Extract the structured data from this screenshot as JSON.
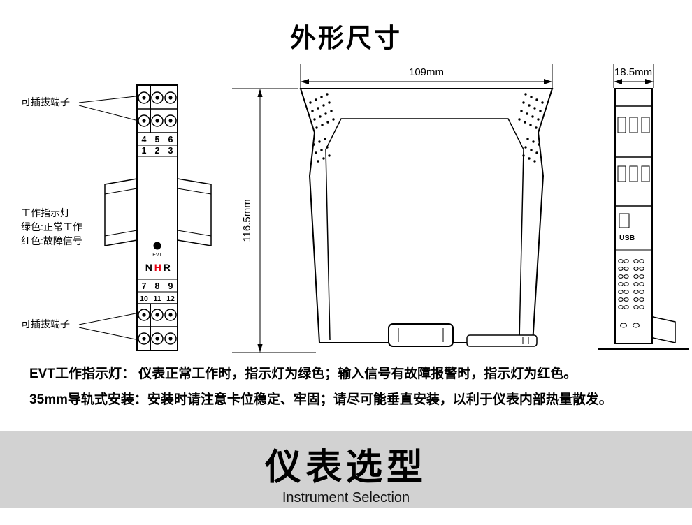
{
  "title": "外形尺寸",
  "front_view": {
    "top_terminal_label": "可插拔端子",
    "bottom_terminal_label": "可插拔端子",
    "indicator_lines": [
      "工作指示灯",
      "绿色:正常工作",
      "红色:故障信号"
    ],
    "terminals_row1": [
      "4",
      "5",
      "6"
    ],
    "terminals_row2": [
      "1",
      "2",
      "3"
    ],
    "terminals_row3": [
      "7",
      "8",
      "9"
    ],
    "terminals_row4": [
      "10",
      "11",
      "12"
    ],
    "led_label": "EVT",
    "logo_letters": [
      "N",
      "H",
      "R"
    ]
  },
  "side_view": {
    "width_dim": "109mm",
    "height_dim": "116.5mm"
  },
  "end_view": {
    "width_dim": "18.5mm",
    "usb_label": "USB"
  },
  "notes": [
    "EVT工作指示灯： 仪表正常工作时，指示灯为绿色；输入信号有故障报警时，指示灯为红色。",
    "35mm导轨式安装：安装时请注意卡位稳定、牢固；请尽可能垂直安装，以利于仪表内部热量散发。"
  ],
  "banner": {
    "title": "仪表选型",
    "subtitle": "Instrument Selection"
  },
  "colors": {
    "accent_red": "#e60012",
    "banner_bg": "#d2d2d2"
  }
}
